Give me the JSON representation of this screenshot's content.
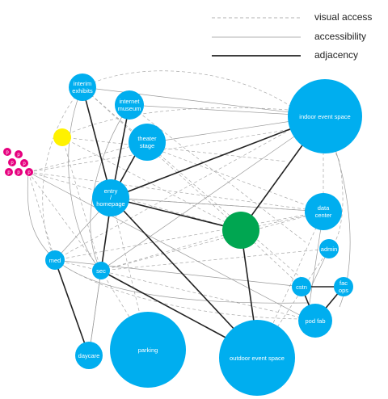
{
  "legend": {
    "visual_access": "visual access",
    "accessibility": "accessibility",
    "adjacency": "adjacency"
  },
  "nodes": {
    "interim_exhibits": [
      "interim",
      "exhibits"
    ],
    "internet_museum": [
      "internet",
      "museum"
    ],
    "theater_stage": [
      "theater",
      "stage"
    ],
    "indoor_event_space": [
      "indoor event space"
    ],
    "entry_homepage": [
      "entry",
      "/",
      "homepage"
    ],
    "data_center": [
      "data",
      "center"
    ],
    "admin": [
      "admin"
    ],
    "med": [
      "med"
    ],
    "sec": [
      "sec"
    ],
    "cstn": [
      "cstn"
    ],
    "fac_ops": [
      "fac",
      "ops"
    ],
    "pod_fab": [
      "pod fab"
    ],
    "daycare": [
      "daycare"
    ],
    "parking": [
      "parking"
    ],
    "outdoor_event_space": [
      "outdoor event space"
    ]
  },
  "p_label": "p",
  "colors": {
    "node_blue": "#00aeef",
    "node_green": "#00a651",
    "node_yellow": "#fff200",
    "node_magenta": "#e6007e",
    "line_dark": "#222222",
    "line_gray": "#999999"
  }
}
